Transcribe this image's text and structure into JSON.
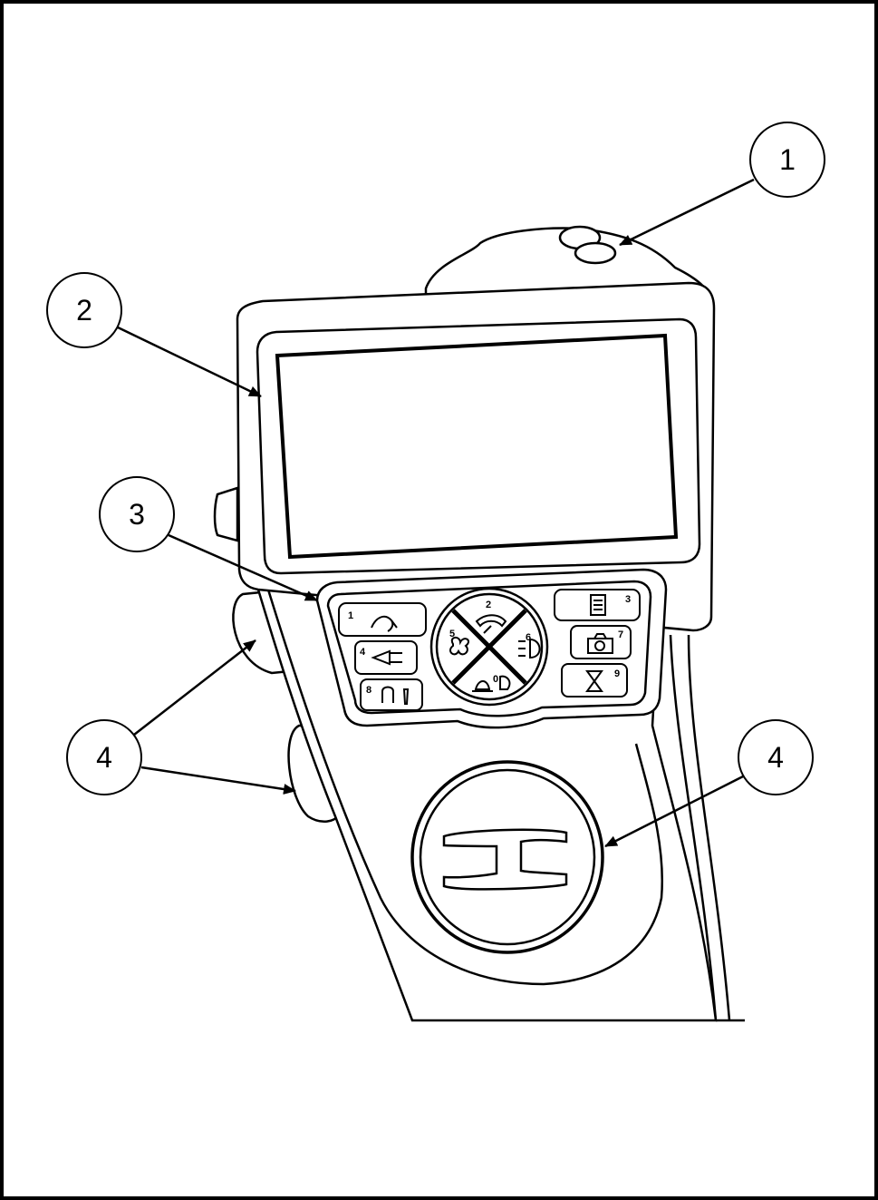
{
  "callouts": [
    {
      "id": "1",
      "label": "1"
    },
    {
      "id": "2",
      "label": "2"
    },
    {
      "id": "3",
      "label": "3"
    },
    {
      "id": "4a",
      "label": "4"
    },
    {
      "id": "4b",
      "label": "4"
    }
  ],
  "keypad": {
    "left_buttons": [
      "1",
      "4",
      "8"
    ],
    "right_buttons": [
      "3",
      "7",
      "9"
    ],
    "dial_numbers": [
      "2",
      "5",
      "6",
      "0"
    ]
  }
}
